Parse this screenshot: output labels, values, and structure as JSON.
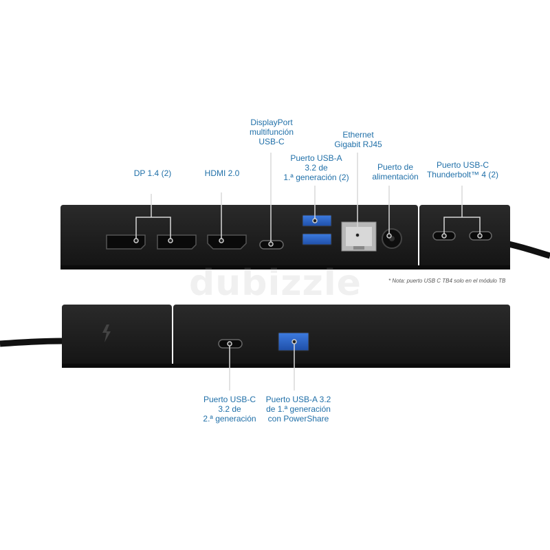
{
  "rear": {
    "labels": {
      "dp": "DP 1.4 (2)",
      "hdmi": "HDMI 2.0",
      "displayport_usbc": "DisplayPort\nmultifunción\nUSB-C",
      "usba": "Puerto USB-A\n3.2 de\n1.ª generación (2)",
      "ethernet": "Ethernet\nGigabit RJ45",
      "power": "Puerto de\nalimentación",
      "thunderbolt": "Puerto USB-C\nThunderbolt™ 4 (2)"
    },
    "note": "* Nota: puerto USB C TB4 solo en el módulo TB"
  },
  "front": {
    "labels": {
      "usbc": "Puerto USB-C\n3.2 de\n2.ª generación",
      "usba": "Puerto USB-A 3.2\nde 1.ª generación\ncon PowerShare"
    }
  },
  "watermark": "dubizzle",
  "colors": {
    "label": "#1f6fa8",
    "body": "#1b1b1b",
    "usb_blue": "#2a63c4"
  }
}
